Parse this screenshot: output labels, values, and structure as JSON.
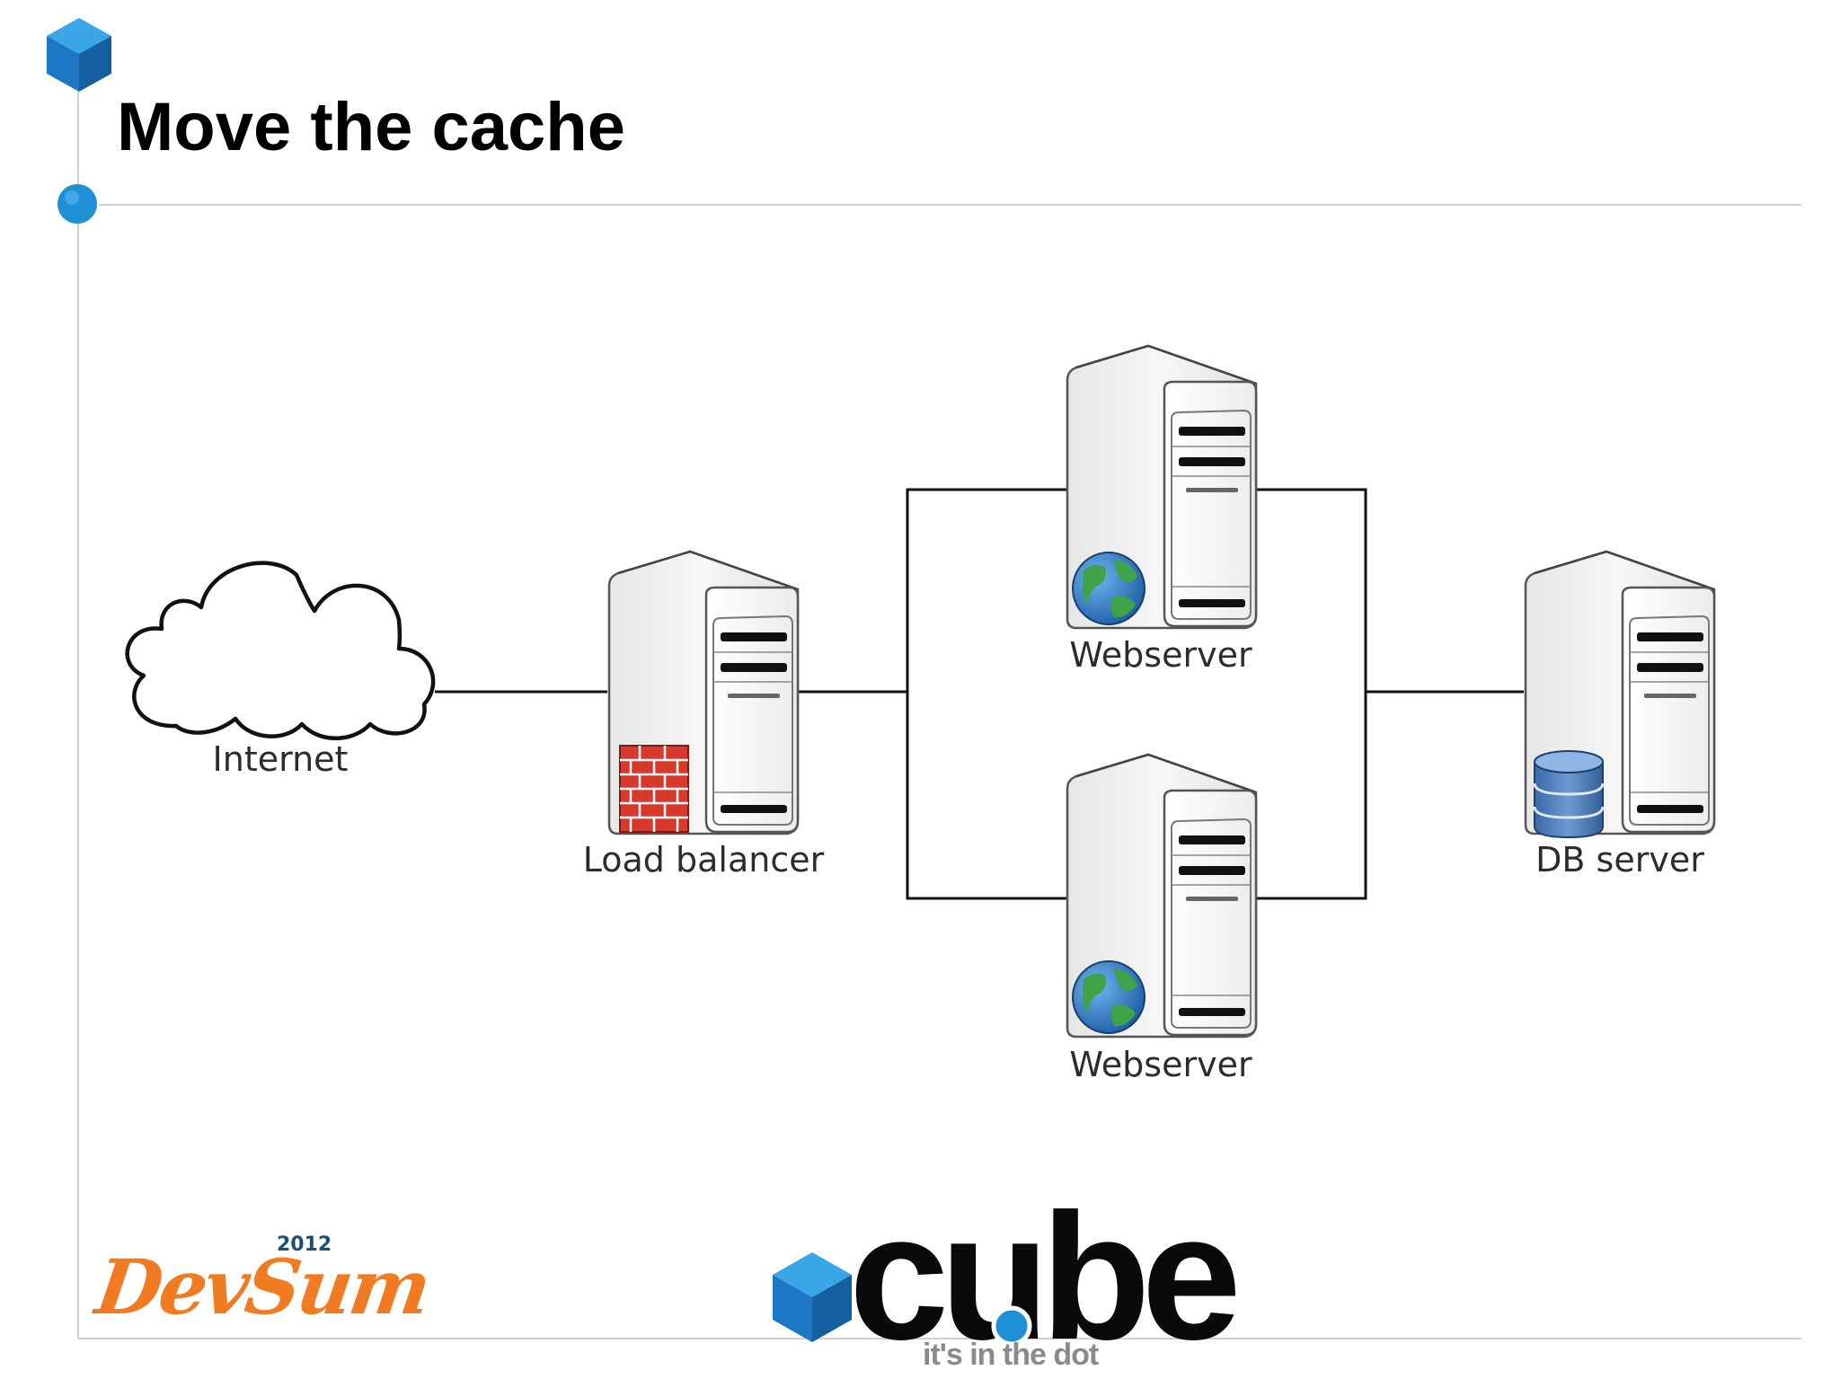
{
  "slide": {
    "title": "Move the cache"
  },
  "diagram": {
    "nodes": {
      "internet": {
        "label": "Internet"
      },
      "load_balancer": {
        "label": "Load balancer"
      },
      "webserver_top": {
        "label": "Webserver"
      },
      "webserver_bottom": {
        "label": "Webserver"
      },
      "db_server": {
        "label": "DB server"
      }
    },
    "edges": [
      {
        "from": "internet",
        "to": "load_balancer"
      },
      {
        "from": "load_balancer",
        "to": "webserver_top"
      },
      {
        "from": "load_balancer",
        "to": "webserver_bottom"
      },
      {
        "from": "webserver_top",
        "to": "db_server"
      },
      {
        "from": "webserver_bottom",
        "to": "db_server"
      }
    ],
    "icons": {
      "internet": "cloud-icon",
      "load_balancer": "server-firewall-icon",
      "webserver": "server-globe-icon",
      "db_server": "server-database-icon"
    }
  },
  "branding": {
    "event_logo": {
      "word": "DevSum",
      "year": "2012"
    },
    "company_logo": {
      "word": "cube",
      "tagline": "it's in the dot"
    }
  },
  "colors": {
    "accent_blue": "#1f8fd6",
    "devsum_orange": "#f07b22",
    "firewall_red": "#d8392b",
    "globe_blue": "#2f7fd0",
    "globe_green": "#3fa34a",
    "db_blue": "#4a7bb9"
  }
}
